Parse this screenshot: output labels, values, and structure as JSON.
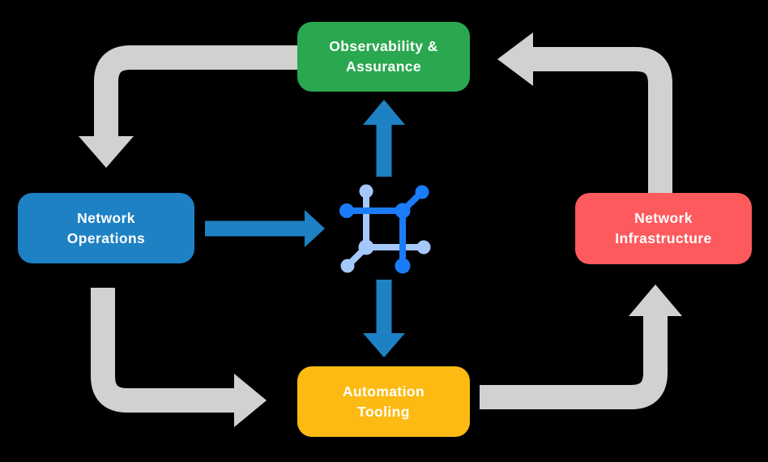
{
  "diagram": {
    "nodes": [
      {
        "id": "observability-assurance",
        "label": "Observability & Assurance",
        "line1": "Observability &",
        "line2": "Assurance",
        "color": "#2aa84f",
        "position": "top"
      },
      {
        "id": "network-operations",
        "label": "Network Operations",
        "line1": "Network",
        "line2": "Operations",
        "color": "#1d81c4",
        "position": "left"
      },
      {
        "id": "network-infrastructure",
        "label": "Network Infrastructure",
        "line1": "Network",
        "line2": "Infrastructure",
        "color": "#fd5a5e",
        "position": "right"
      },
      {
        "id": "automation-tooling",
        "label": "Automation Tooling",
        "line1": "Automation",
        "line2": "Tooling",
        "color": "#fcba12",
        "position": "bottom"
      }
    ],
    "center_icon": "network-automation-icon",
    "flows": [
      {
        "from": "Observability & Assurance",
        "to": "Network Operations",
        "style": "gray-curved-arrow"
      },
      {
        "from": "Network Operations",
        "to": "Automation Tooling",
        "style": "gray-curved-arrow"
      },
      {
        "from": "Automation Tooling",
        "to": "Network Infrastructure",
        "style": "gray-curved-arrow"
      },
      {
        "from": "Network Infrastructure",
        "to": "Observability & Assurance",
        "style": "gray-curved-arrow"
      },
      {
        "from": "Network Operations",
        "to": "center-icon",
        "style": "blue-straight-arrow"
      },
      {
        "from": "center-icon",
        "to": "Observability & Assurance",
        "style": "blue-straight-arrow"
      },
      {
        "from": "center-icon",
        "to": "Automation Tooling",
        "style": "blue-straight-arrow"
      }
    ],
    "colors": {
      "background": "#000000",
      "text": "#ffffff",
      "arrow_gray": "#d1d1d1",
      "arrow_blue": "#1d81c4",
      "icon_dark_blue": "#1b7cf7",
      "icon_light_blue": "#a5c8fa"
    }
  }
}
